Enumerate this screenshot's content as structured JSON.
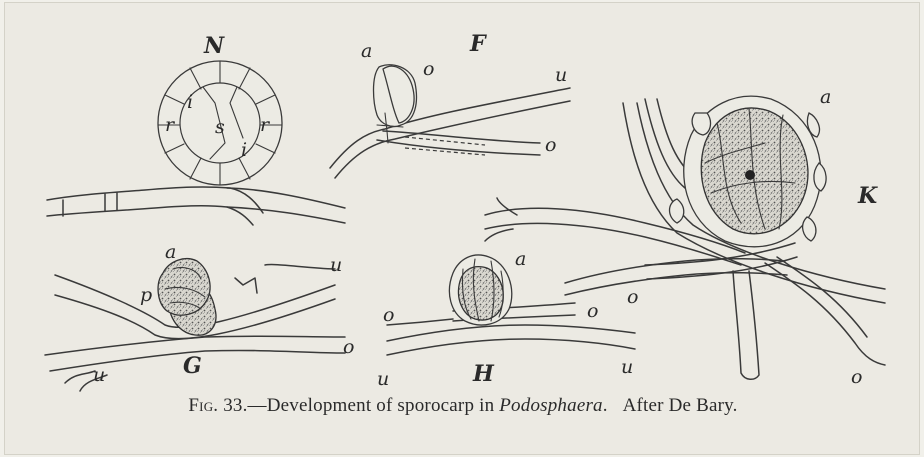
{
  "caption": {
    "fig": "Fig. 33.",
    "dash": "—",
    "text": "Development of sporocarp in ",
    "genus": "Podosphaera",
    "period": ".",
    "credit": "After De Bary."
  },
  "labels": {
    "N": "N",
    "F": "F",
    "G": "G",
    "H": "H",
    "K": "K",
    "a": "a",
    "o": "o",
    "u": "u",
    "p": "p",
    "r": "r",
    "i": "i",
    "s": "s"
  }
}
